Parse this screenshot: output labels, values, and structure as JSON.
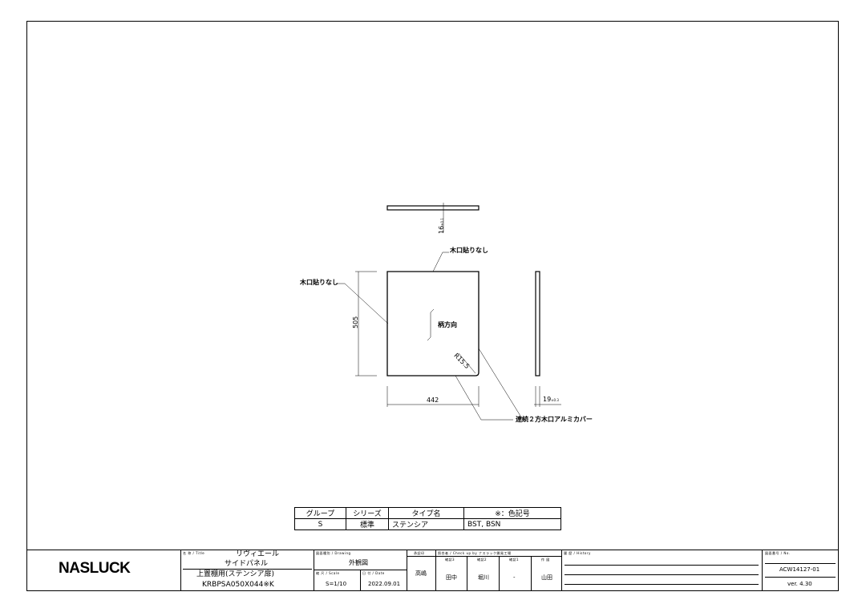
{
  "drawing": {
    "top_thickness": "16",
    "top_tolerance": "±0.1",
    "side_thickness": "19",
    "side_tolerance": "±0.3",
    "height_dim": "505",
    "width_dim": "442",
    "radius": "R15.5",
    "note_top": "木口貼りなし",
    "note_left": "木口貼りなし",
    "grain": "柄方向",
    "note_cover": "連続２方木口アルミカバー"
  },
  "spec_table": {
    "headers": [
      "グループ",
      "シリーズ",
      "タイプ名",
      "※：色記号"
    ],
    "row": [
      "S",
      "標準",
      "ステンシア",
      "BST, BSN"
    ]
  },
  "title_block": {
    "logo": "NASLUCK",
    "title_label": "名 称 / Title",
    "title_line1": "リヴィエール",
    "title_line2": "サイドパネル",
    "title_line3": "上置棚用(ステンシア扉)",
    "model": "KRBPSA050X044※K",
    "drawing_label": "図面種別 / Drawing",
    "drawing_type": "外観図",
    "scale_label": "縮 尺 / Scale",
    "scale": "S=1/10",
    "date_label": "日 付 / Date",
    "date": "2022.09.01",
    "approval_label": "承認印",
    "approver": "高嶋",
    "check_label": "照合者 / Check up by ナスラック開発工場",
    "check_headers": [
      "確認3",
      "確認2",
      "確認1",
      "作 図"
    ],
    "check_values": [
      "田中",
      "堀川",
      "-",
      "山田"
    ],
    "history_label": "履 歴 / History",
    "no_label": "図面番号 / No.",
    "number": "ACW14127-01",
    "version": "ver. 4.30"
  }
}
